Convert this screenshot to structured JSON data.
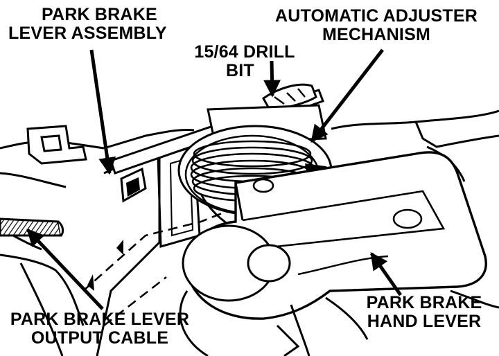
{
  "labels": {
    "lever_assembly": {
      "line1": "PARK BRAKE",
      "line2": "LEVER ASSEMBLY"
    },
    "adjuster": {
      "line1": "AUTOMATIC ADJUSTER",
      "line2": "MECHANISM"
    },
    "drill_bit": {
      "line1": "15/64 DRILL",
      "line2": "BIT"
    },
    "output_cable": {
      "line1": "PARK BRAKE LEVER",
      "line2": "OUTPUT CABLE"
    },
    "hand_lever": {
      "line1": "PARK BRAKE",
      "line2": "HAND LEVER"
    }
  },
  "colors": {
    "ink": "#000000",
    "paper": "#ffffff"
  }
}
